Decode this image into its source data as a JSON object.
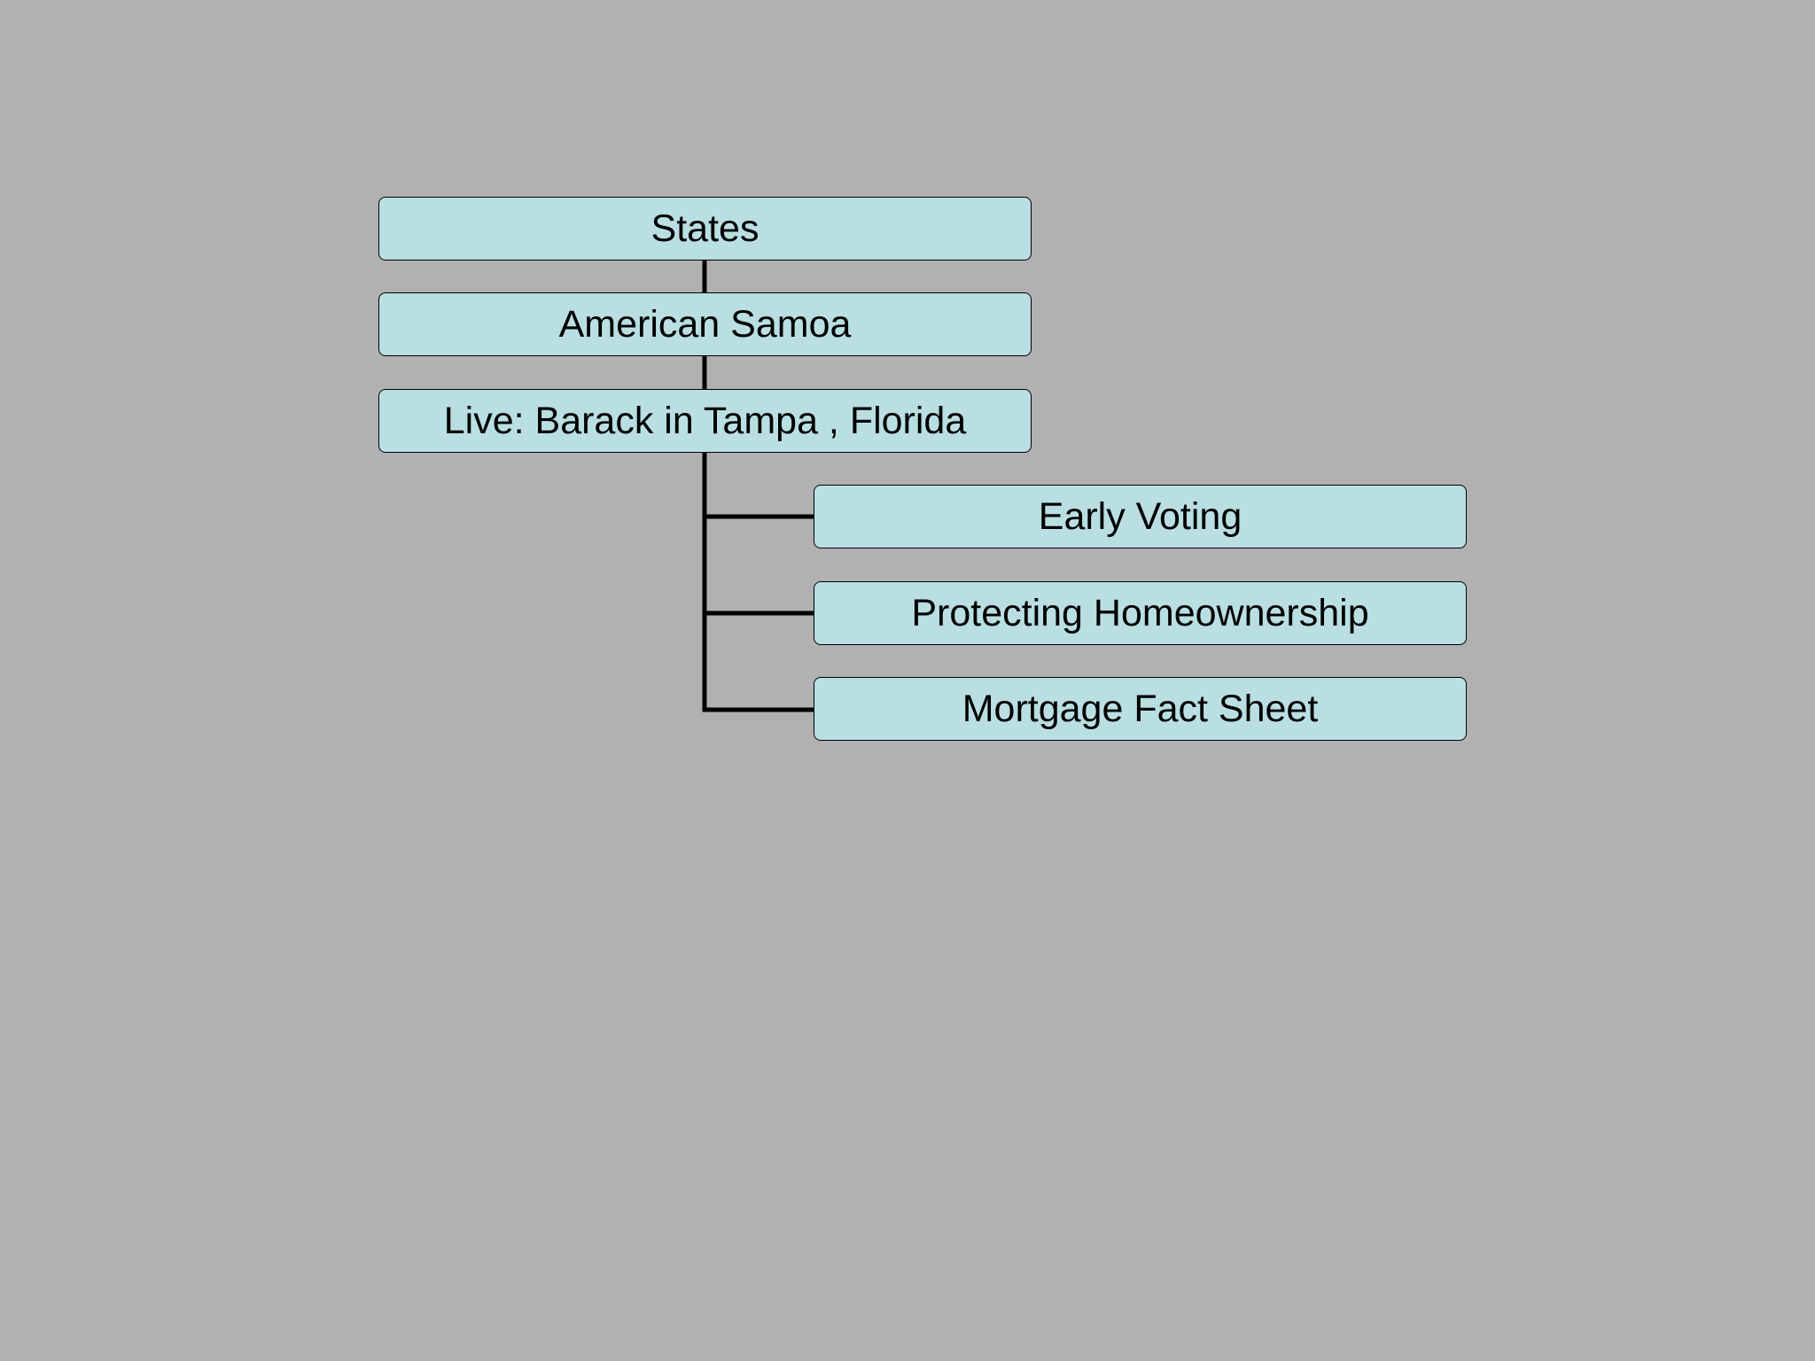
{
  "colors": {
    "background": "#b1b1b1",
    "node_fill": "#b9dfe2",
    "node_border": "#000000",
    "connector": "#000000",
    "text": "#000000"
  },
  "diagram": {
    "type": "org-tree",
    "nodes": [
      {
        "id": "states",
        "label": "States",
        "parent": null
      },
      {
        "id": "american-samoa",
        "label": "American Samoa",
        "parent": "states"
      },
      {
        "id": "live-tampa",
        "label": "Live: Barack in Tampa , Florida",
        "parent": "american-samoa"
      },
      {
        "id": "early-voting",
        "label": "Early Voting",
        "parent": "live-tampa"
      },
      {
        "id": "protecting-homeownership",
        "label": "Protecting Homeownership",
        "parent": "live-tampa"
      },
      {
        "id": "mortgage-fact-sheet",
        "label": "Mortgage Fact Sheet",
        "parent": "live-tampa"
      }
    ]
  }
}
